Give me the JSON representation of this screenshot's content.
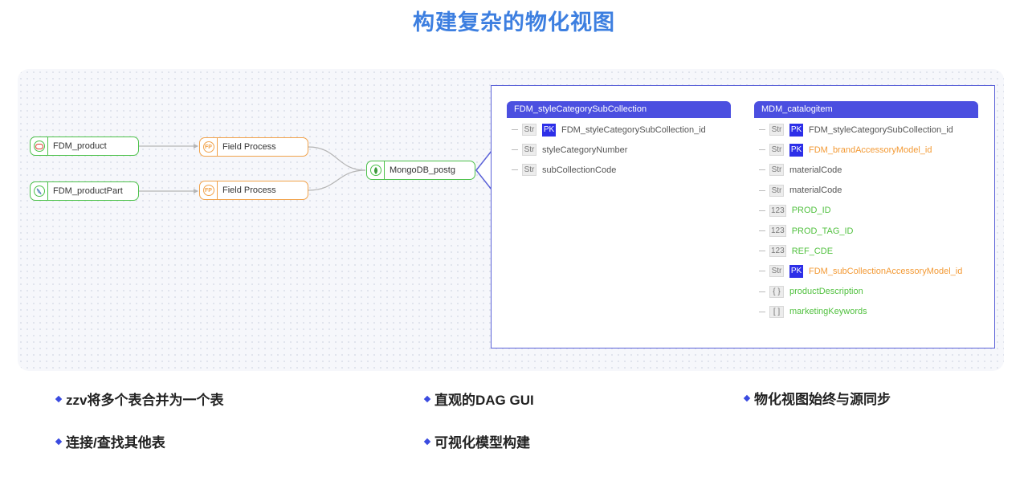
{
  "title": "构建复杂的物化视图",
  "colors": {
    "title": "#3d7fe0",
    "source": "#4cc14a",
    "process": "#f1a24a",
    "table_header": "#4b4fe0",
    "pk": "#2d2fe8",
    "orange_field": "#f39a35",
    "green_field": "#52c140",
    "bullet": "#3a4be0"
  },
  "flow": {
    "sources": [
      {
        "label": "FDM_product",
        "icon": "oracle-icon"
      },
      {
        "label": "FDM_productPart",
        "icon": "mysql-dolphin-icon"
      }
    ],
    "processes": [
      {
        "label": "Field Process",
        "badge": "FP"
      },
      {
        "label": "Field Process",
        "badge": "FP"
      }
    ],
    "target": {
      "label": "MongoDB_postg",
      "icon": "mongodb-leaf-icon"
    }
  },
  "tables": [
    {
      "name": "FDM_styleCategorySubCollection",
      "fields": [
        {
          "type": "Str",
          "pk": "PK",
          "name": "FDM_styleCategorySubCollection_id",
          "style": "normal"
        },
        {
          "type": "Str",
          "pk": "",
          "name": "styleCategoryNumber",
          "style": "normal"
        },
        {
          "type": "Str",
          "pk": "",
          "name": "subCollectionCode",
          "style": "normal"
        }
      ]
    },
    {
      "name": "MDM_catalogitem",
      "fields": [
        {
          "type": "Str",
          "pk": "PK",
          "name": "FDM_styleCategorySubCollection_id",
          "style": "normal"
        },
        {
          "type": "Str",
          "pk": "PK",
          "name": "FDM_brandAccessoryModel_id",
          "style": "orange"
        },
        {
          "type": "Str",
          "pk": "",
          "name": "materialCode",
          "style": "normal"
        },
        {
          "type": "Str",
          "pk": "",
          "name": "materialCode",
          "style": "normal"
        },
        {
          "type": "123",
          "pk": "",
          "name": "PROD_ID",
          "style": "green"
        },
        {
          "type": "123",
          "pk": "",
          "name": "PROD_TAG_ID",
          "style": "green"
        },
        {
          "type": "123",
          "pk": "",
          "name": "REF_CDE",
          "style": "green"
        },
        {
          "type": "Str",
          "pk": "PK",
          "name": "FDM_subCollectionAccessoryModel_id",
          "style": "orange"
        },
        {
          "type": "{ }",
          "pk": "",
          "name": "productDescription",
          "style": "green"
        },
        {
          "type": "[ ]",
          "pk": "",
          "name": "marketingKeywords",
          "style": "green"
        }
      ]
    }
  ],
  "features": [
    {
      "text": "zzv将多个表合并为一个表"
    },
    {
      "text": "直观的DAG GUI"
    },
    {
      "text": "物化视图始终与源同步"
    },
    {
      "text": "连接/查找其他表"
    },
    {
      "text": "可视化模型构建"
    }
  ]
}
